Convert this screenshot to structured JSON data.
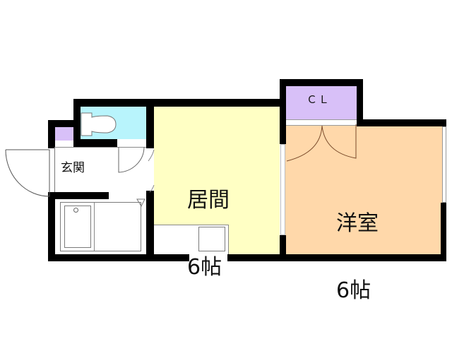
{
  "floor_plan": {
    "rooms": [
      {
        "id": "living",
        "label": "居間",
        "size": "6帖",
        "color": "#ffffc4"
      },
      {
        "id": "western",
        "label": "洋室",
        "size": "6帖",
        "color": "#ffd8aa"
      },
      {
        "id": "closet",
        "label": "ＣＬ",
        "color": "#d8c0f8"
      },
      {
        "id": "toilet",
        "label": "",
        "color": "#b8f4fc"
      },
      {
        "id": "entrance",
        "label": "玄関",
        "color": "#ffffff"
      },
      {
        "id": "shoe_box",
        "label": "",
        "color": "#d8c0f8"
      },
      {
        "id": "bathroom",
        "label": "",
        "color": "#ffffff"
      }
    ],
    "colors": {
      "wall": "#000000",
      "living": "#ffffc4",
      "western": "#ffd8aa",
      "closet": "#d8c0f8",
      "toilet": "#b8f4fc"
    }
  }
}
